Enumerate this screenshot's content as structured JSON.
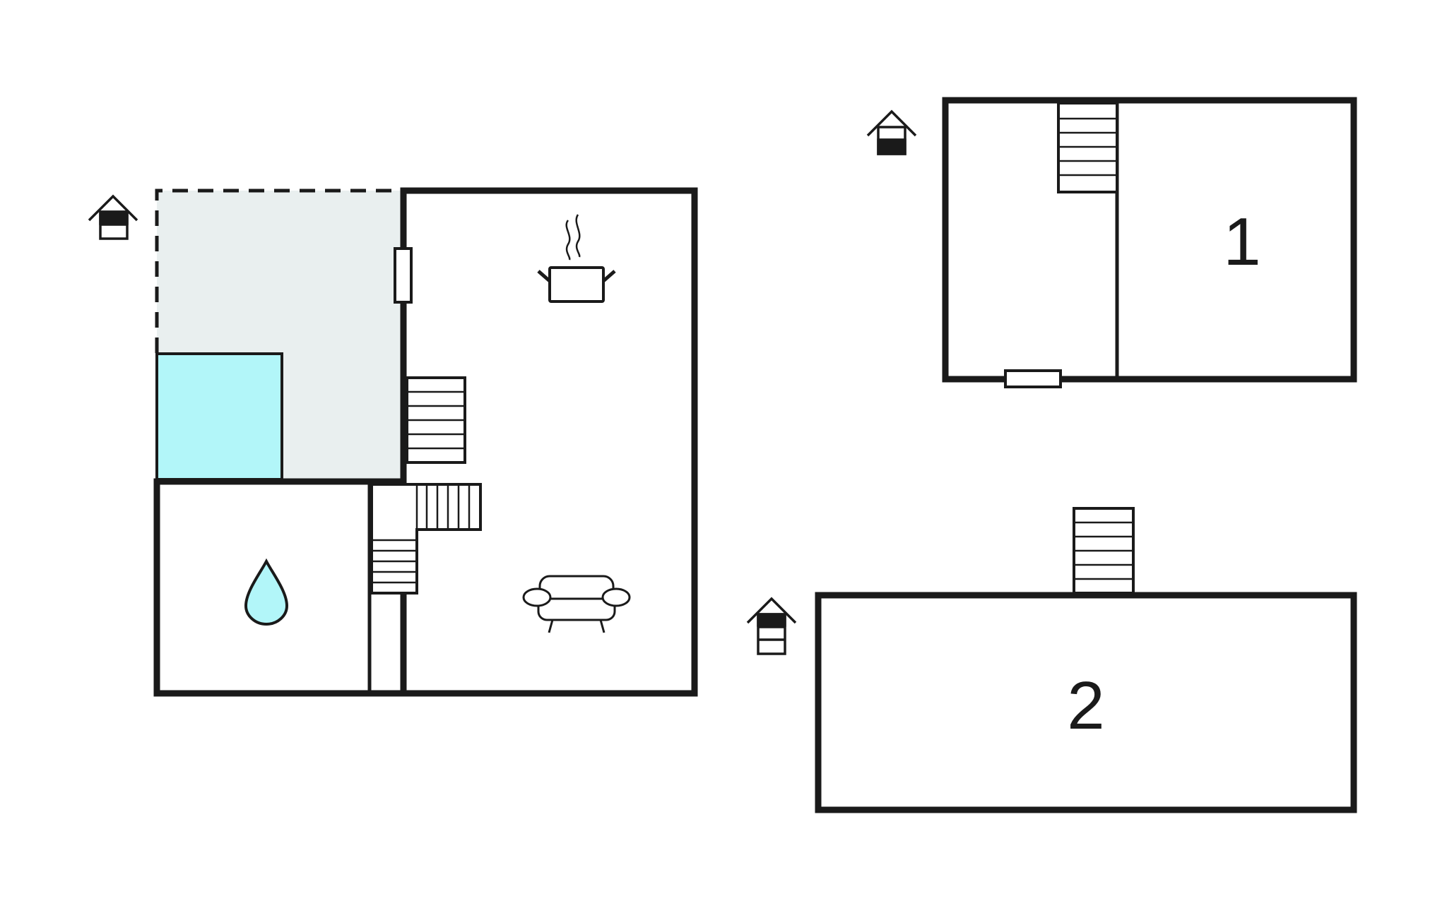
{
  "floors": [
    {
      "id": "floor-1",
      "label": "1"
    },
    {
      "id": "floor-2",
      "label": "2"
    }
  ],
  "colors": {
    "wall": "#1a1a1a",
    "terrace": "#e9efef",
    "pool": "#b2f6f9",
    "water_drop": "#b2f6f9",
    "background": "#ffffff"
  },
  "icons": [
    "floor-level-indicator-icon",
    "cooking-pot-icon",
    "sofa-icon",
    "water-drop-icon",
    "staircase-icon",
    "window-icon"
  ]
}
